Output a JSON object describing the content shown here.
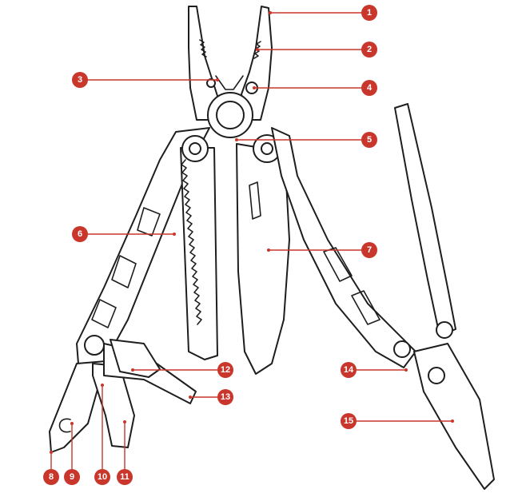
{
  "colors": {
    "accent": "#c8362c",
    "line": "#1e1e1e",
    "background": "#ffffff"
  },
  "callouts": [
    {
      "num": "1"
    },
    {
      "num": "2"
    },
    {
      "num": "3"
    },
    {
      "num": "4"
    },
    {
      "num": "5"
    },
    {
      "num": "6"
    },
    {
      "num": "7"
    },
    {
      "num": "8"
    },
    {
      "num": "9"
    },
    {
      "num": "10"
    },
    {
      "num": "11"
    },
    {
      "num": "12"
    },
    {
      "num": "13"
    },
    {
      "num": "14"
    },
    {
      "num": "15"
    }
  ]
}
